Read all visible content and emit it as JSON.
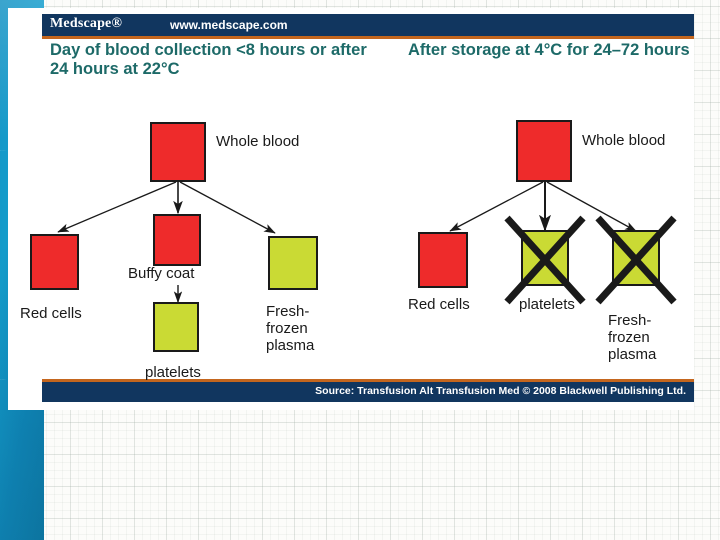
{
  "slide": {
    "brand": {
      "logo": "Medscape®",
      "url": "www.medscape.com"
    },
    "source": "Source: Transfusion Alt Transfusion Med © 2008 Blackwell Publishing Ltd.",
    "colors": {
      "brand_bar": "#11365f",
      "accent_rule": "#c4661e",
      "title_text": "#1d6a68",
      "red_component": "#ee2b2b",
      "yellow_component": "#cada34",
      "outline": "#1a1a1a",
      "side_band": "#149ecd",
      "page_background": "#fcfcfa"
    },
    "panels": [
      {
        "id": "panel-left",
        "title": "Day of blood collection <8 hours or after 24 hours at 22°C",
        "nodes": [
          {
            "id": "whole-blood",
            "label": "Whole blood",
            "color": "red",
            "crossed_out": false
          },
          {
            "id": "red-cells",
            "label": "Red cells",
            "color": "red",
            "crossed_out": false
          },
          {
            "id": "buffy-coat",
            "label": "Buffy coat",
            "color": "red",
            "crossed_out": false
          },
          {
            "id": "platelets",
            "label": "platelets",
            "color": "yellow",
            "crossed_out": false
          },
          {
            "id": "ffp",
            "label": "Fresh-\nfrozen\nplasma",
            "color": "yellow",
            "crossed_out": false
          }
        ],
        "edges": [
          {
            "from": "whole-blood",
            "to": "red-cells"
          },
          {
            "from": "whole-blood",
            "to": "buffy-coat"
          },
          {
            "from": "whole-blood",
            "to": "ffp"
          },
          {
            "from": "buffy-coat",
            "to": "platelets"
          }
        ]
      },
      {
        "id": "panel-right",
        "title": "After storage at 4°C for 24–72 hours",
        "nodes": [
          {
            "id": "whole-blood-2",
            "label": "Whole blood",
            "color": "red",
            "crossed_out": false
          },
          {
            "id": "red-cells-2",
            "label": "Red cells",
            "color": "red",
            "crossed_out": false
          },
          {
            "id": "platelets-2",
            "label": "platelets",
            "color": "yellow",
            "crossed_out": true
          },
          {
            "id": "ffp-2",
            "label": "Fresh-\nfrozen\nplasma",
            "color": "yellow",
            "crossed_out": true
          }
        ],
        "edges": [
          {
            "from": "whole-blood-2",
            "to": "red-cells-2"
          },
          {
            "from": "whole-blood-2",
            "to": "platelets-2"
          },
          {
            "from": "whole-blood-2",
            "to": "ffp-2"
          }
        ]
      }
    ],
    "labels": {
      "left": {
        "whole_blood": "Whole blood",
        "red_cells": "Red cells",
        "buffy_coat": "Buffy coat",
        "platelets": "platelets",
        "ffp_l1": "Fresh-",
        "ffp_l2": "frozen",
        "ffp_l3": "plasma"
      },
      "right": {
        "whole_blood": "Whole blood",
        "red_cells": "Red cells",
        "platelets": "platelets",
        "ffp_l1": "Fresh-",
        "ffp_l2": "frozen",
        "ffp_l3": "plasma"
      }
    }
  }
}
